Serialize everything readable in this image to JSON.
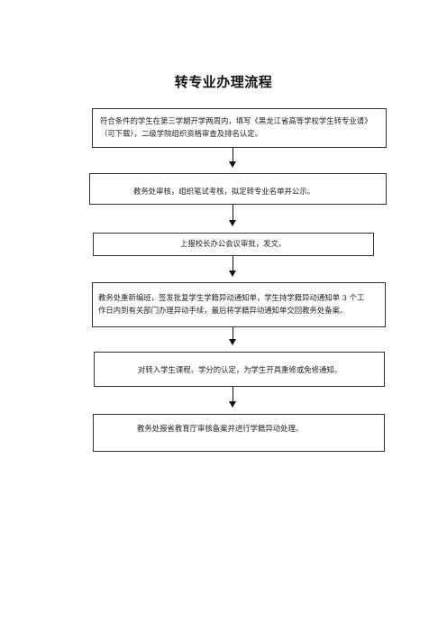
{
  "title": "转专业办理流程",
  "steps": [
    {
      "lines": [
        "符合条件的学生在第三学期开学两周内，填写《黑龙江省高等学校学生转专业请》",
        "（可下载），二级学院组织资格审查及排名认定。"
      ]
    },
    {
      "lines": [
        "教务处审核，组织笔试考核，拟定转专业名单并公示。"
      ]
    },
    {
      "lines": [
        "上报校长办公会议审批，发文。"
      ]
    },
    {
      "lines": [
        "教务处重新编班，签发批复学生学籍异动通知单，学生持学籍异动通知单 3 个工",
        "作日内到有关部门办理异动手续，最后将学籍异动通知单交回教务处备案。"
      ]
    },
    {
      "lines": [
        "对转入学生课程、学分的认定，为学生开具重修或免修通知。"
      ]
    },
    {
      "lines": [
        "教务处报省教育厅审核备案并进行学籍异动处理。"
      ]
    }
  ],
  "colors": {
    "border": "#333333",
    "arrow": "#111111",
    "text": "#222222"
  }
}
